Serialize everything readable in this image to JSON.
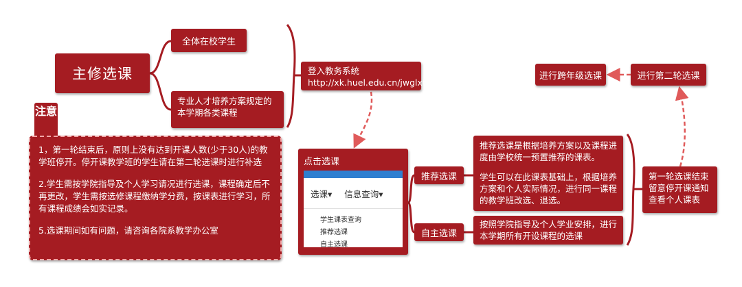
{
  "main_topic": "主修选课",
  "targets": {
    "all_students": "全体在校学生",
    "major_courses": "专业人才培养方案规定的本学期各类课程"
  },
  "login": {
    "line1": "登入教务系统",
    "line2": "http://xk.huel.edu.cn/jwglxt"
  },
  "notice": {
    "tag": "注意",
    "items": [
      "1，第一轮结束后，原则上没有达到开课人数(少于30人)的教学班停开。停开课教学班的学生请在第二轮选课时进行补选",
      "2.学生需按学院指导及个人学习请况进行选课，课程确定后不再更改，学生需按选修课程缴纳学分费，按课表进行学习，所有课程成绩会如实记录。",
      "5.选课期间如有问题，请咨询各院系教学办公室"
    ]
  },
  "select_panel": {
    "title": "点击选课",
    "menu": [
      "选课▾",
      "信息查询▾"
    ],
    "dropdown": [
      "学生课表查询",
      "推荐选课",
      "自主选课"
    ]
  },
  "recommend": {
    "label": "推荐选课",
    "desc1": "推荐选课是根据培养方案以及课程进度由学校统一预置推荐的课表。",
    "desc2": "学生可以在此课表基础上，根据培养方案和个人实际情况，进行同一课程的教学班改选、退选。"
  },
  "self_select": {
    "label": "自主选课",
    "desc": "按照学院指导及个人学业安排，进行本学期所有开设课程的选课"
  },
  "first_round": "第一轮选课结束留意停开课通知查看个人课表",
  "second_round": "进行第二轮选课",
  "cross_grade": "进行跨年级选课",
  "colors": {
    "node": "#a51c22",
    "dashed_arrow": "#e05a5a",
    "notice_border": "#f2a7a7",
    "screenshot_bar": "#2f7fd0"
  }
}
